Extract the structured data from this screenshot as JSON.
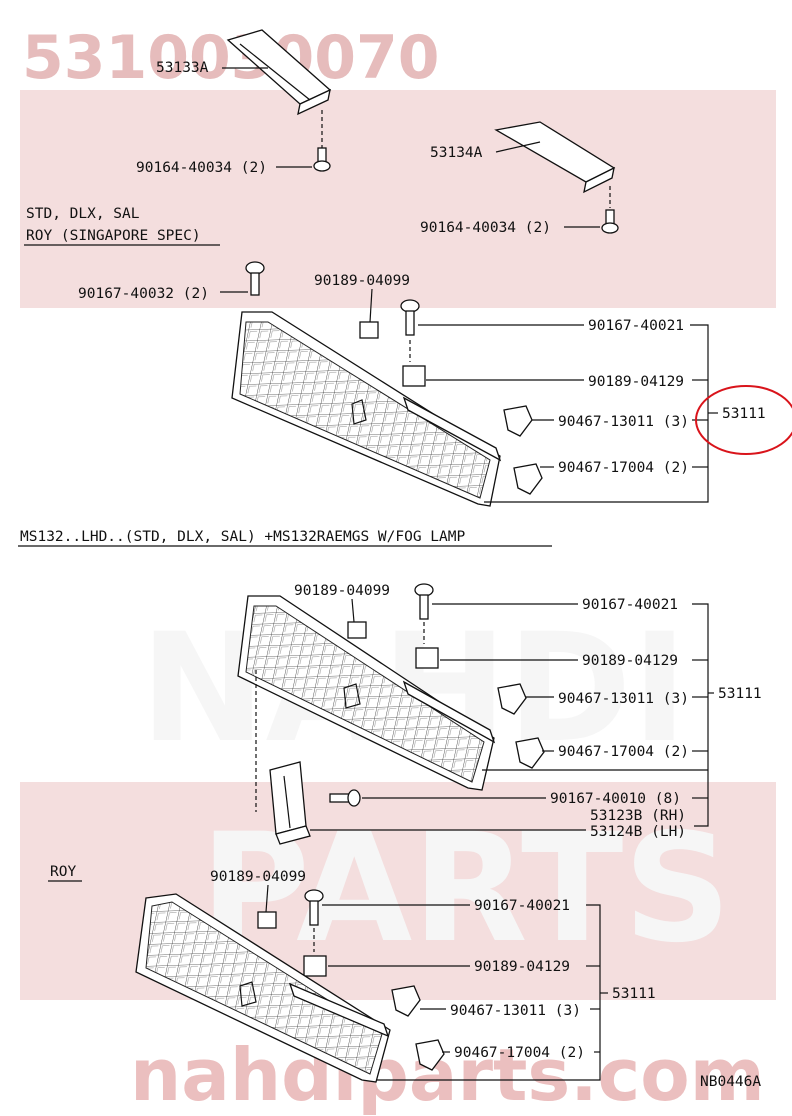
{
  "watermark": {
    "part_number": "5310030070",
    "url": "nahdiparts.com",
    "brand": "NAHDI",
    "brand2": "PARTS"
  },
  "sections": {
    "top": {
      "variant_line1": "STD, DLX, SAL",
      "variant_line2": "ROY (SINGAPORE SPEC)",
      "labels": {
        "p1": "53133A",
        "p2": "90164-40034 (2)",
        "p3": "53134A",
        "p4": "90164-40034 (2)",
        "p5": "90167-40032 (2)",
        "p6": "90189-04099",
        "p7": "90167-40021",
        "p8": "90189-04129",
        "p9": "90467-13011 (3)",
        "p10": "53111",
        "p11": "90467-17004 (2)"
      }
    },
    "middle": {
      "header": "MS132..LHD..(STD, DLX, SAL)   +MS132RAEMGS W/FOG LAMP",
      "labels": {
        "p1": "90189-04099",
        "p2": "90167-40021",
        "p3": "90189-04129",
        "p4": "90467-13011 (3)",
        "p5": "53111",
        "p6": "90467-17004 (2)",
        "p7": "90167-40010 (8)",
        "p8": "53123B (RH)",
        "p9": "53124B (LH)"
      }
    },
    "bottom": {
      "header": "ROY",
      "labels": {
        "p1": "90189-04099",
        "p2": "90167-40021",
        "p3": "90189-04129",
        "p4": "90467-13011 (3)",
        "p5": "53111",
        "p6": "90467-17004 (2)"
      }
    }
  },
  "diagram_code": "NB0446A",
  "colors": {
    "highlight_circle": "#d9141b",
    "watermark_band": "#f2d6d6"
  }
}
